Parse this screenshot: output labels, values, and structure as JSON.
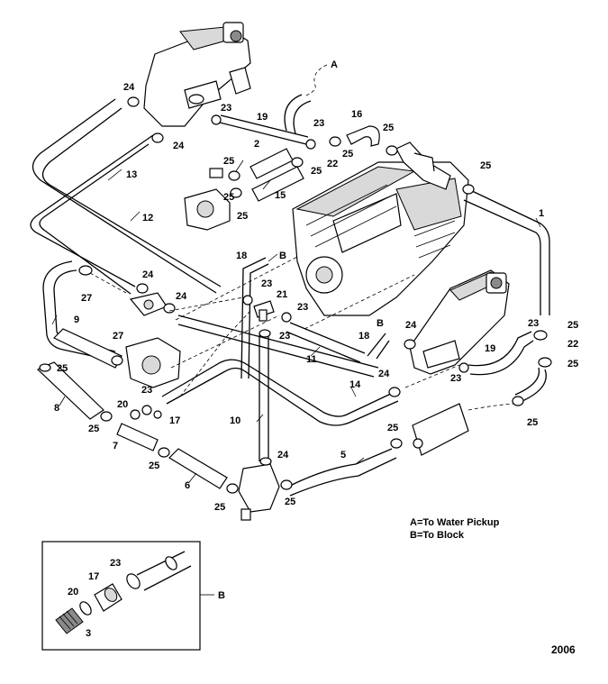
{
  "callouts": {
    "a": "A",
    "b": "B",
    "c1": "1",
    "c2": "2",
    "c3": "3",
    "c5": "5",
    "c6": "6",
    "c7": "7",
    "c8": "8",
    "c9": "9",
    "c10": "10",
    "c11": "11",
    "c12": "12",
    "c13": "13",
    "c14": "14",
    "c15": "15",
    "c16": "16",
    "c17": "17",
    "c18": "18",
    "c19": "19",
    "c20": "20",
    "c21": "21",
    "c22": "22",
    "c23": "23",
    "c24": "24",
    "c25": "25",
    "c27": "27"
  },
  "legend": {
    "line_a": "A=To Water Pickup",
    "line_b": "B=To Block"
  },
  "drawing_code": "2006"
}
